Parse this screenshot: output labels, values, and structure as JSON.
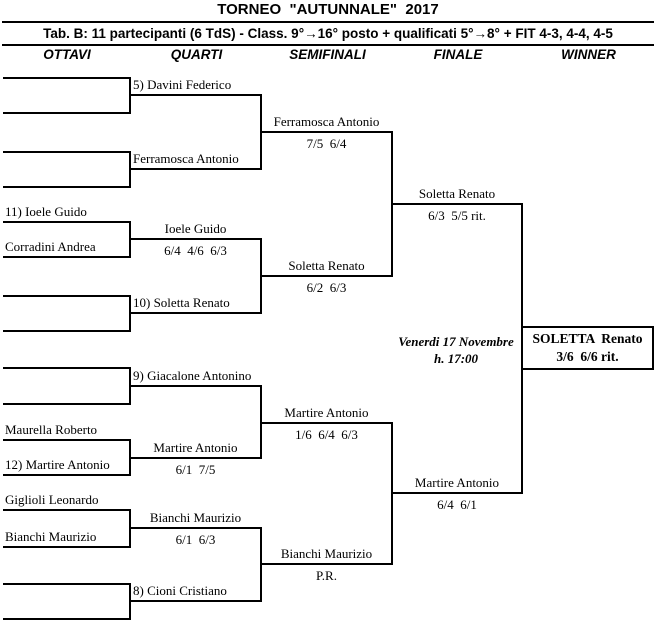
{
  "title": "TORNEO  \"AUTUNNALE\"  2017",
  "subtitle": "Tab. B: 11 partecipanti (6 TdS) - Class. 9°→16° posto + qualificati 5°→8° + FIT 4-3, 4-4, 4-5",
  "columns": {
    "ottavi": "OTTAVI",
    "quarti": "QUARTI",
    "semifinali": "SEMIFINALI",
    "finale": "FINALE",
    "winner": "WINNER"
  },
  "ottavi": {
    "ioele": "11) Ioele Guido",
    "corradini": "Corradini Andrea",
    "maurella": "Maurella Roberto",
    "martire": "12) Martire Antonio",
    "giglioli": "Giglioli Leonardo",
    "bianchi": "Bianchi Maurizio"
  },
  "quarti": {
    "davini": {
      "name": "5) Davini Federico"
    },
    "ferramosca": {
      "name": "Ferramosca Antonio"
    },
    "ioele": {
      "name": "Ioele Guido",
      "score": "6/4  4/6  6/3"
    },
    "soletta": {
      "name": "10) Soletta Renato"
    },
    "giacalone": {
      "name": "9) Giacalone Antonino"
    },
    "martire": {
      "name": "Martire Antonio",
      "score": "6/1  7/5"
    },
    "bianchi": {
      "name": "Bianchi Maurizio",
      "score": "6/1  6/3"
    },
    "cioni": {
      "name": "8) Cioni Cristiano"
    }
  },
  "semifinali": {
    "ferramosca": {
      "name": "Ferramosca Antonio",
      "score": "7/5  6/4"
    },
    "soletta": {
      "name": "Soletta Renato",
      "score": "6/2  6/3"
    },
    "martire": {
      "name": "Martire Antonio",
      "score": "1/6  6/4  6/3"
    },
    "bianchi": {
      "name": "Bianchi Maurizio",
      "score": "P.R."
    }
  },
  "finale": {
    "soletta": {
      "name": "Soletta Renato",
      "score": "6/3  5/5 rit."
    },
    "martire": {
      "name": "Martire Antonio",
      "score": "6/4  6/1"
    },
    "schedule": {
      "date": "Venerdi 17 Novembre",
      "time": "h. 17:00"
    }
  },
  "winner": {
    "name": "SOLETTA  Renato",
    "score": "3/6  6/6 rit."
  },
  "colors": {
    "line": "#000000",
    "text": "#000000",
    "background": "#ffffff"
  }
}
